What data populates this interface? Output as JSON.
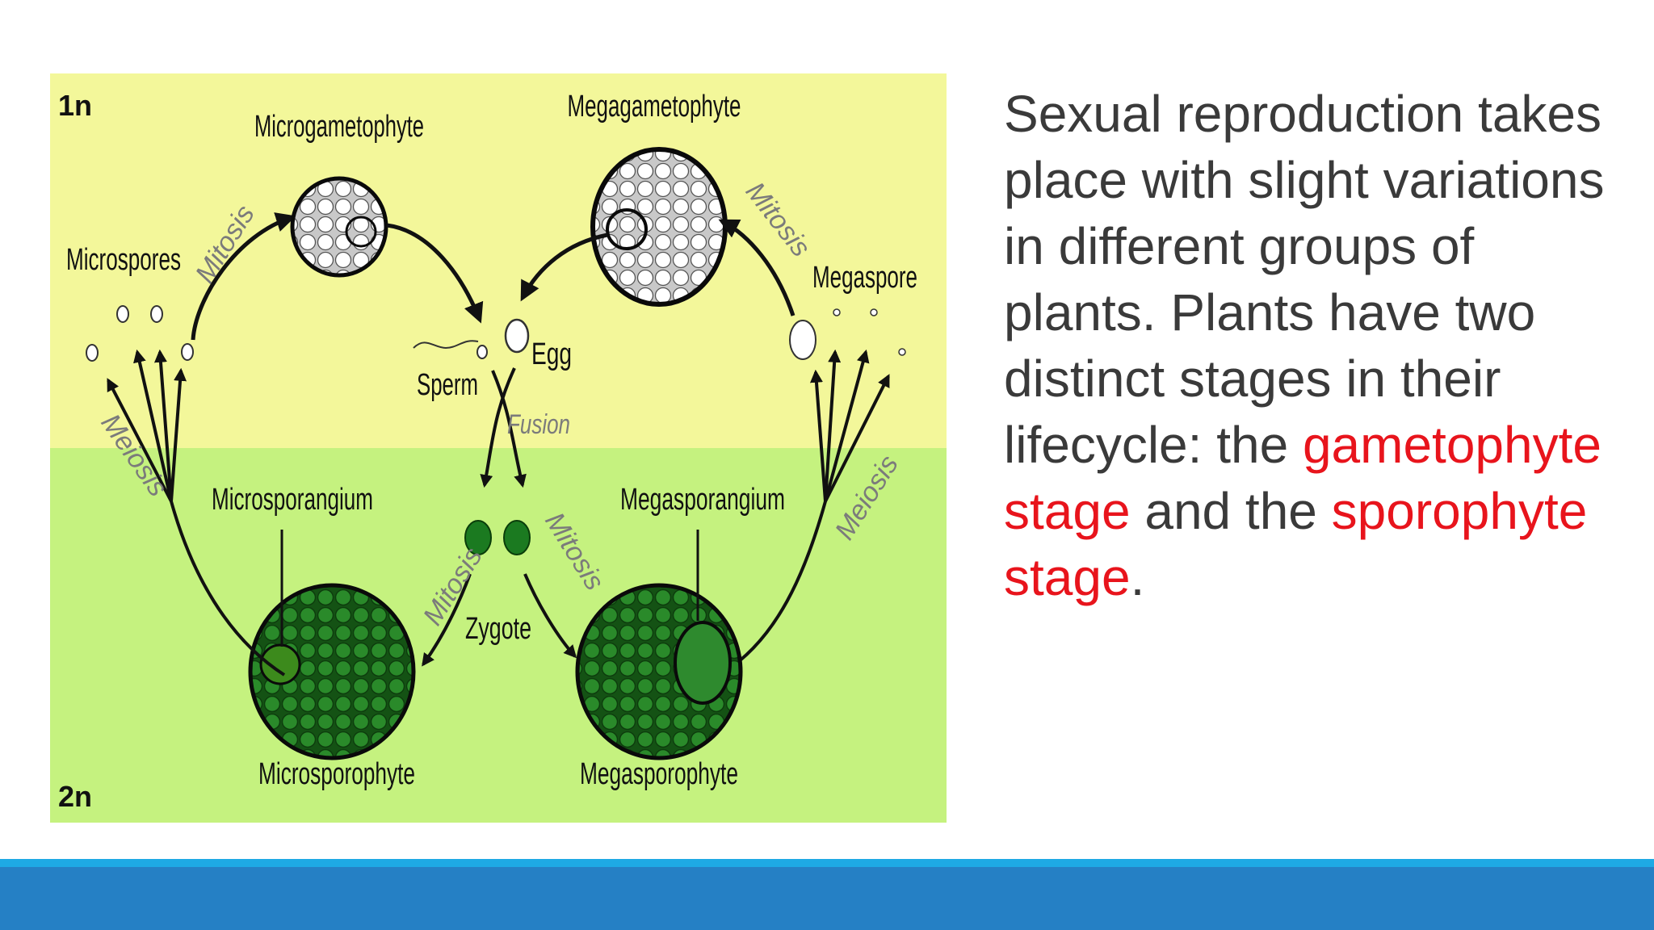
{
  "diagram": {
    "ploidy_top": "1n",
    "ploidy_bottom": "2n",
    "labels": {
      "microgametophyte": "Microgametophyte",
      "megagametophyte": "Megagametophyte",
      "microspores": "Microspores",
      "megaspore": "Megaspore",
      "sperm": "Sperm",
      "egg": "Egg",
      "fusion": "Fusion",
      "microsporangium": "Microsporangium",
      "megasporangium": "Megasporangium",
      "zygote": "Zygote",
      "microsporophyte": "Microsporophyte",
      "megasporophyte": "Megasporophyte",
      "mitosis_micro": "Mitosis",
      "mitosis_mega": "Mitosis",
      "mitosis_zygote_left": "Mitosis",
      "mitosis_zygote_right": "Mitosis",
      "meiosis_left": "Meiosis",
      "meiosis_right": "Meiosis"
    },
    "colors": {
      "haploid_bg": "#f3f79a",
      "diploid_bg": "#c5f27f",
      "sporophyte_fill": "#1e6e1e",
      "zygote_fill": "#1b7a20"
    }
  },
  "text": {
    "line1": "Sexual reproduction takes place with slight variations in different groups of plants. Plants have two distinct stages in their lifecycle: the",
    "highlight1": "gametophyte stage",
    "middle": "and the",
    "highlight2": "sporophyte stage",
    "end": "."
  }
}
